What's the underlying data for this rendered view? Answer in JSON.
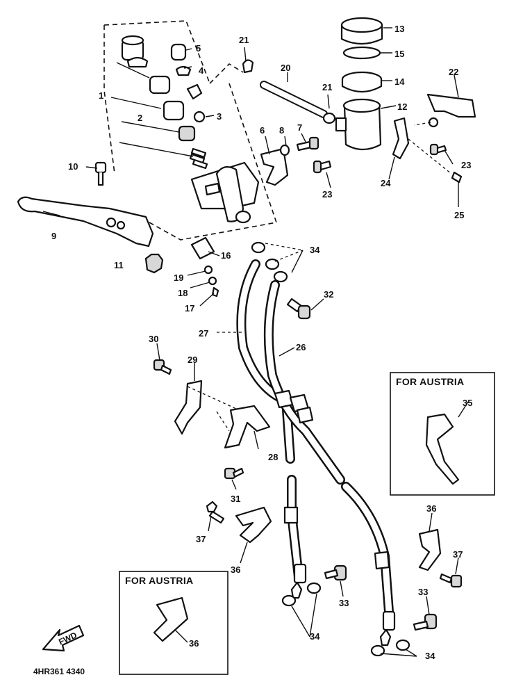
{
  "callouts": {
    "c1": "1",
    "c2": "2",
    "c3": "3",
    "c4": "4",
    "c5": "5",
    "c6": "6",
    "c7": "7",
    "c8": "8",
    "c9": "9",
    "c10": "10",
    "c11": "11",
    "c12": "12",
    "c13": "13",
    "c14": "14",
    "c15": "15",
    "c16": "16",
    "c17": "17",
    "c18": "18",
    "c19": "19",
    "c20": "20",
    "c21a": "21",
    "c21b": "21",
    "c22": "22",
    "c23a": "23",
    "c23b": "23",
    "c24": "24",
    "c25": "25",
    "c26": "26",
    "c27": "27",
    "c28": "28",
    "c29": "29",
    "c30": "30",
    "c31": "31",
    "c32": "32",
    "c33a": "33",
    "c33b": "33",
    "c34a": "34",
    "c34b": "34",
    "c34c": "34",
    "c35": "35",
    "c36a": "36",
    "c36b": "36",
    "c36c": "36",
    "c37a": "37",
    "c37b": "37"
  },
  "boxes": {
    "austria_right": "FOR AUSTRIA",
    "austria_bottom": "FOR AUSTRIA"
  },
  "arrow_label": "FWD",
  "drawing_code": "4HR361 4340"
}
